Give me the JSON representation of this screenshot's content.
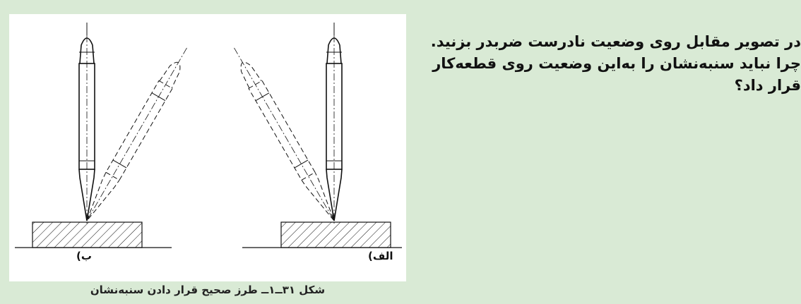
{
  "question": {
    "line1": "در تصویر مقابل روی وضعیت نادرست ضربدر بزنید.",
    "line2": "چرا نباید سنبه‌نشان را به‌این وضعیت روی قطعه‌کار",
    "line3": "قرار داد؟"
  },
  "figure": {
    "label_left": "ب)",
    "label_right": "الف)",
    "caption": "شکل ۳۱ــ۱ــ طرز صحیح قرار دادن سنبه‌نشان"
  },
  "colors": {
    "background": "#d9ead5",
    "figure_background": "#ffffff",
    "ink": "#111111"
  }
}
